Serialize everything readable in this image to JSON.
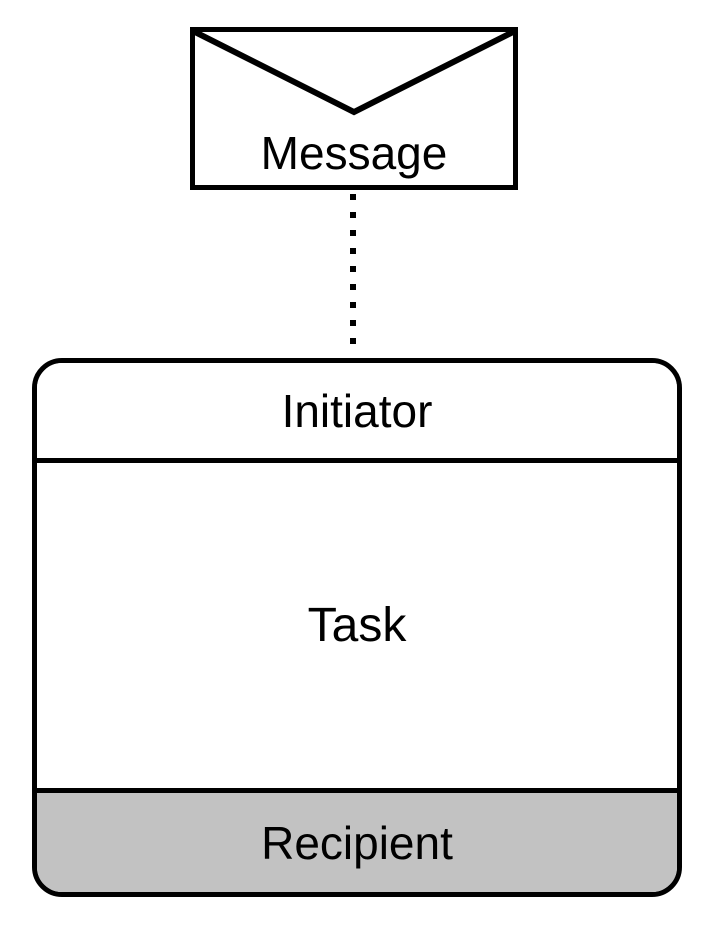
{
  "diagram": {
    "type": "bpmn-task-with-message",
    "background_color": "#ffffff",
    "stroke_color": "#000000",
    "message": {
      "label": "Message",
      "icon": "envelope-icon",
      "fill_color": "#ffffff"
    },
    "connector": {
      "style": "dotted",
      "kind": "message-flow",
      "dot_count": 9
    },
    "task": {
      "lanes": [
        {
          "name": "initiator",
          "label": "Initiator",
          "fill_color": "#ffffff"
        },
        {
          "name": "task-body",
          "label": "Task",
          "fill_color": "#ffffff"
        },
        {
          "name": "recipient",
          "label": "Recipient",
          "fill_color": "#c2c2c2"
        }
      ]
    }
  }
}
